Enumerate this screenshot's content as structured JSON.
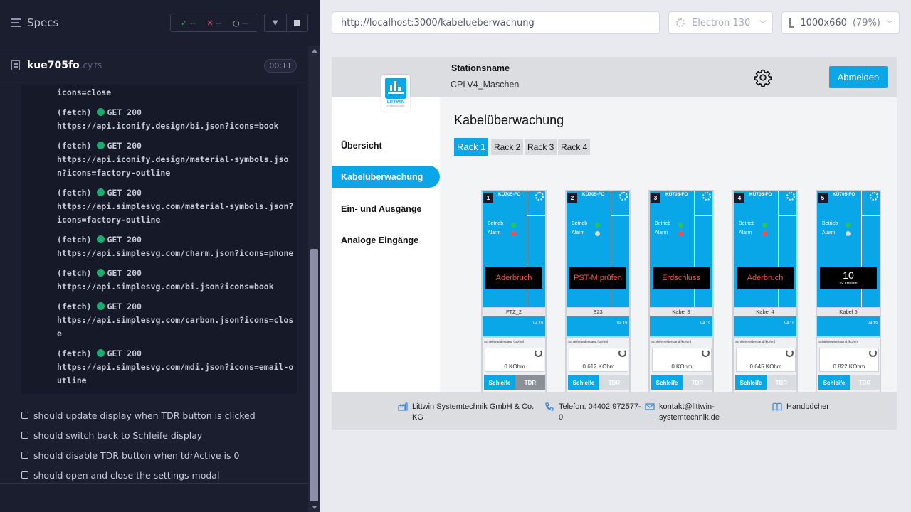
{
  "runner": {
    "specs_title": "Specs",
    "stats": {
      "passed": "--",
      "failed": "--",
      "pending": "--"
    },
    "spec": {
      "name": "kue705fo",
      "ext": ".cy.ts",
      "duration": "00:11"
    },
    "log_first": "icons=close",
    "log": [
      {
        "type": "(fetch)",
        "status": "GET 200",
        "url": "https://api.iconify.design/bi.json?icons=book"
      },
      {
        "type": "(fetch)",
        "status": "GET 200",
        "url": "https://api.iconify.design/material-symbols.json?icons=factory-outline"
      },
      {
        "type": "(fetch)",
        "status": "GET 200",
        "url": "https://api.simplesvg.com/material-symbols.json?icons=factory-outline"
      },
      {
        "type": "(fetch)",
        "status": "GET 200",
        "url": "https://api.simplesvg.com/charm.json?icons=phone"
      },
      {
        "type": "(fetch)",
        "status": "GET 200",
        "url": "https://api.simplesvg.com/bi.json?icons=book"
      },
      {
        "type": "(fetch)",
        "status": "GET 200",
        "url": "https://api.simplesvg.com/carbon.json?icons=close"
      },
      {
        "type": "(fetch)",
        "status": "GET 200",
        "url": "https://api.simplesvg.com/mdi.json?icons=email-outline"
      }
    ],
    "tests": [
      "should update display when TDR button is clicked",
      "should switch back to Schleife display",
      "should disable TDR button when tdrActive is 0",
      "should open and close the settings modal"
    ]
  },
  "preview": {
    "url": "http://localhost:3000/kabelueberwachung",
    "browser": "Electron 130",
    "viewport": "1000x660",
    "zoom": "(79%)"
  },
  "app": {
    "logo_text": "LITTWIN",
    "logo_sub": "SYSTEMTECHNIK",
    "station_label": "Stationsname",
    "station_name": "CPLV4_Maschen",
    "logout": "Abmelden",
    "nav": [
      "Übersicht",
      "Kabelüberwachung",
      "Ein- und Ausgänge",
      "Analoge Eingänge"
    ],
    "title": "Kabelüberwachung",
    "racks": [
      "Rack 1",
      "Rack 2",
      "Rack 3",
      "Rack 4"
    ],
    "module_labels": {
      "name": "KÜ705-FO",
      "betrieb": "Betrieb",
      "alarm": "Alarm",
      "version": "V4.19",
      "resistance_label": "Schleifenwiderstand [kOhm]",
      "schleife": "Schleife",
      "tdr": "TDR"
    },
    "modules": [
      {
        "num": "1",
        "display": "Aderbruch",
        "cable": "FTZ_2",
        "resistance": "0 KOhm",
        "alarm_color": "#ff4d4d",
        "tdr_enabled": true
      },
      {
        "num": "2",
        "display": "PST-M prüfen",
        "cable": "B23",
        "resistance": "0.612 KOhm",
        "alarm_color": "#d8dbe0",
        "tdr_enabled": false
      },
      {
        "num": "3",
        "display": "Erdschluss",
        "cable": "Kabel 3",
        "resistance": "0 KOhm",
        "alarm_color": "#ff4d4d",
        "tdr_enabled": false
      },
      {
        "num": "4",
        "display": "Aderbruch",
        "cable": "Kabel 4",
        "resistance": "0.645 KOhm",
        "alarm_color": "#ff4d4d",
        "tdr_enabled": false
      },
      {
        "num": "5",
        "display": "10",
        "display_sub": "ISO MOhm",
        "cable": "Kabel 5",
        "resistance": "0.822 KOhm",
        "alarm_color": "#d8dbe0",
        "tdr_enabled": false
      }
    ],
    "footer": {
      "company": "Littwin Systemtechnik GmbH & Co. KG",
      "phone": "Telefon: 04402 972577-0",
      "email": "kontakt@littwin-systemtechnik.de",
      "manuals": "Handbücher"
    }
  },
  "colors": {
    "accent": "#0aa7e8",
    "runner_bg": "#1b1e2e",
    "pass": "#1fa971",
    "fail": "#e45770"
  }
}
